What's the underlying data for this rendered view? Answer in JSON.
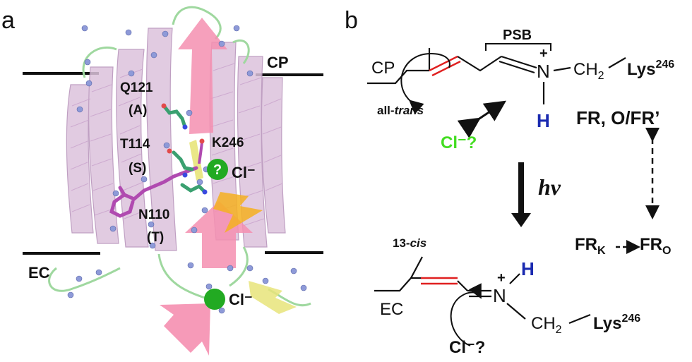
{
  "panel_a": {
    "label": "a",
    "membrane_labels": {
      "cp": "CP",
      "ec": "EC"
    },
    "residues": [
      {
        "name": "Q121",
        "sub": "(A)"
      },
      {
        "name": "T114",
        "sub": "(S)"
      },
      {
        "name": "N110",
        "sub": "(T)"
      },
      {
        "name": "K246",
        "sub": ""
      }
    ],
    "chloride_sites": [
      {
        "label": "Cl⁻",
        "marker": "?"
      },
      {
        "label": "Cl⁻",
        "marker": ""
      }
    ],
    "colors": {
      "helix": "#d8b8d8",
      "loop": "#9fd89f",
      "water": "#8e9ad8",
      "arrow": "#f58fb0",
      "chloride": "#22aa22",
      "retinal": "#b04ab0",
      "residue": "#3aa070",
      "lightning": "#f5b020"
    }
  },
  "panel_b": {
    "label": "b",
    "top": {
      "side": "CP",
      "psb": "PSB",
      "charge": "+",
      "n": "N",
      "h": "H",
      "ch2": "CH",
      "ch2_sub": "2",
      "lys": "Lys",
      "lys_sup": "246",
      "isomer_prefix": "all-",
      "isomer_italic": "trans",
      "cl_query": "Cl⁻?"
    },
    "hv": "hν",
    "states": {
      "fr": "FR, O/FR’",
      "frk": "FR",
      "frk_sub": "K",
      "fro": "FR",
      "fro_sub": "O"
    },
    "bottom": {
      "side": "EC",
      "isomer_num": "13-",
      "isomer_italic": "cis",
      "charge": "+",
      "n": "N",
      "h": "H",
      "ch2": "CH",
      "ch2_sub": "2",
      "lys": "Lys",
      "lys_sup": "246",
      "cl_query": "Cl⁻?"
    },
    "colors": {
      "double_bond": "#e02020",
      "cl_green": "#44dd22",
      "h_blue": "#1a2ab0"
    }
  }
}
